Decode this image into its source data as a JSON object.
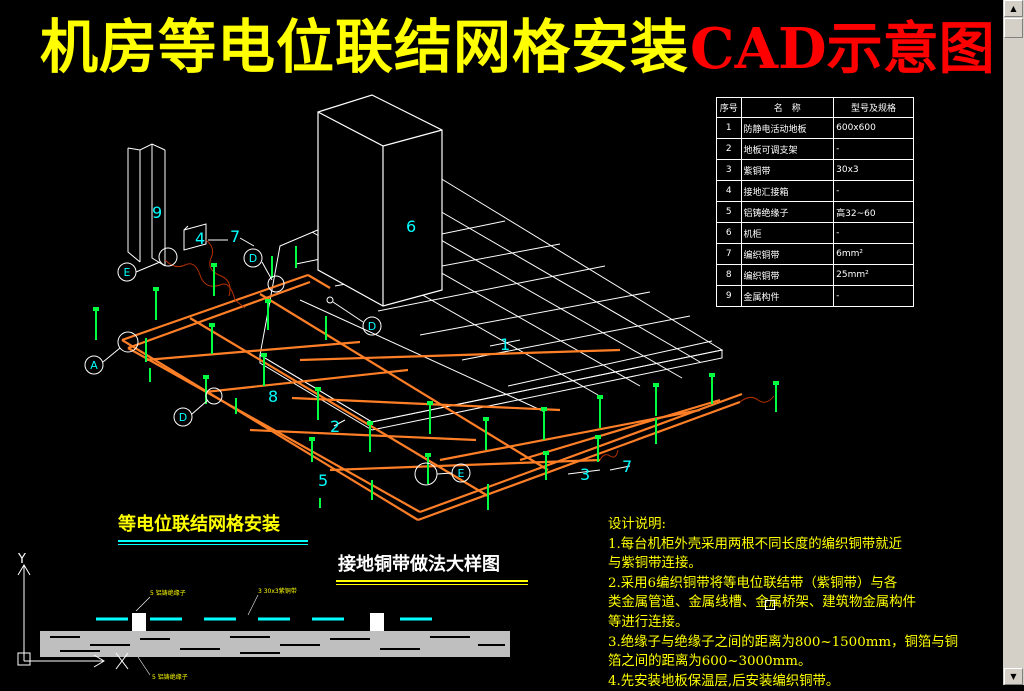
{
  "title": {
    "main": "机房等电位联结网格安装",
    "cad": "CAD示意图"
  },
  "parts_table": {
    "headers": [
      "序号",
      "名　称",
      "型号及规格"
    ],
    "rows": [
      [
        "1",
        "防静电活动地板",
        "600x600"
      ],
      [
        "2",
        "地板可调支架",
        "-"
      ],
      [
        "3",
        "紫铜带",
        "30x3"
      ],
      [
        "4",
        "接地汇接箱",
        "-"
      ],
      [
        "5",
        "铝铸绝缘子",
        "高32~60"
      ],
      [
        "6",
        "机柜",
        "-"
      ],
      [
        "7",
        "编织铜带",
        "6mm²"
      ],
      [
        "8",
        "编织铜带",
        "25mm²"
      ],
      [
        "9",
        "金属构件",
        "-"
      ]
    ]
  },
  "diagram_labels": {
    "n1": "1",
    "n2": "2",
    "n3": "3",
    "n4": "4",
    "n5": "5",
    "n6": "6",
    "n7a": "7",
    "n7b": "7",
    "n8": "8",
    "n9": "9",
    "A": "A",
    "D1": "D",
    "D2": "D",
    "D3": "D",
    "E1": "E",
    "E2": "E"
  },
  "section_titles": {
    "grid": "等电位联结网格安装",
    "detail": "接地铜带做法大样图"
  },
  "detail_labels": {
    "insulator": "5 铝铸绝缘子",
    "strap": "3 30x3紫铜带",
    "bottom": "5 铝铸绝缘子"
  },
  "axis_label": "Y",
  "notes": {
    "heading": "设计说明:",
    "lines": [
      "1.每台机柜外壳采用两根不同长度的编织铜带就近",
      "与紫铜带连接。",
      "2.采用6编织铜带将等电位联结带（紫铜带）与各",
      "类金属管道、金属线槽、金属桥架、建筑物金属构件",
      "等进行连接。",
      "3.绝缘子与绝缘子之间的距离为800~1500mm，铜箔与铜",
      "箔之间的距离为600~3000mm。",
      "4.先安装地板保温层,后安装编织铜带。"
    ]
  },
  "colors": {
    "title_main": "#ffff00",
    "title_cad": "#ff0000",
    "copper": "#ff7f27",
    "support": "#00ff40",
    "label": "#00ffff",
    "line": "#ffffff"
  }
}
